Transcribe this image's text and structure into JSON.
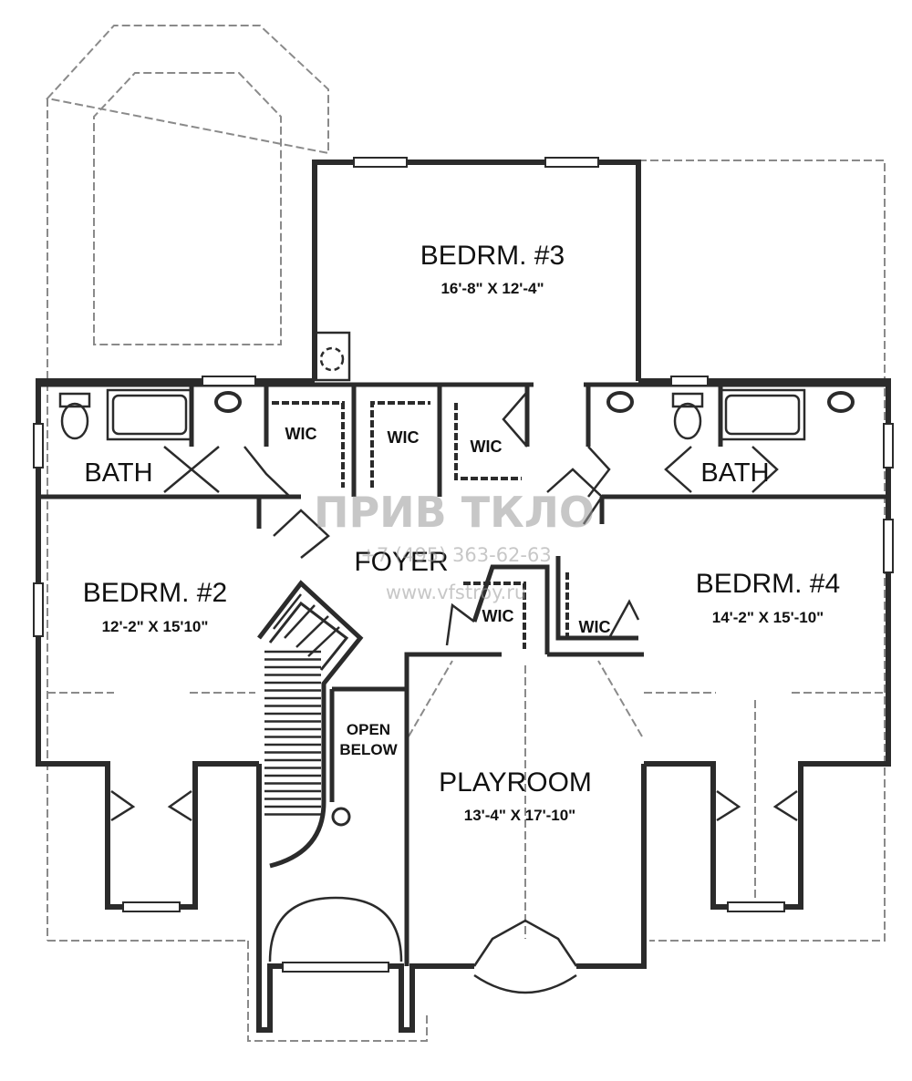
{
  "rooms": {
    "bedroom3": {
      "name": "BEDRM. #3",
      "dims": "16'-8\" X 12'-4\""
    },
    "bedroom2": {
      "name": "BEDRM. #2",
      "dims": "12'-2\" X 15'10\""
    },
    "bedroom4": {
      "name": "BEDRM. #4",
      "dims": "14'-2\" X 15'-10\""
    },
    "playroom": {
      "name": "PLAYROOM",
      "dims": "13'-4\" X 17'-10\""
    },
    "bath_left": "BATH",
    "bath_right": "BATH",
    "foyer": "FOYER",
    "open_below": [
      "OPEN",
      "BELOW"
    ],
    "wic": [
      "WIC",
      "WIC",
      "WIC",
      "WIC",
      "WIC"
    ]
  },
  "watermark": {
    "logo": "ПРИВ ТКЛО",
    "phone": "+7 (495) 363-62-63",
    "url": "www.vfstroy.ru"
  },
  "colors": {
    "wall": "#2b2b2b",
    "dash": "#8a8a8a",
    "background": "#ffffff"
  }
}
